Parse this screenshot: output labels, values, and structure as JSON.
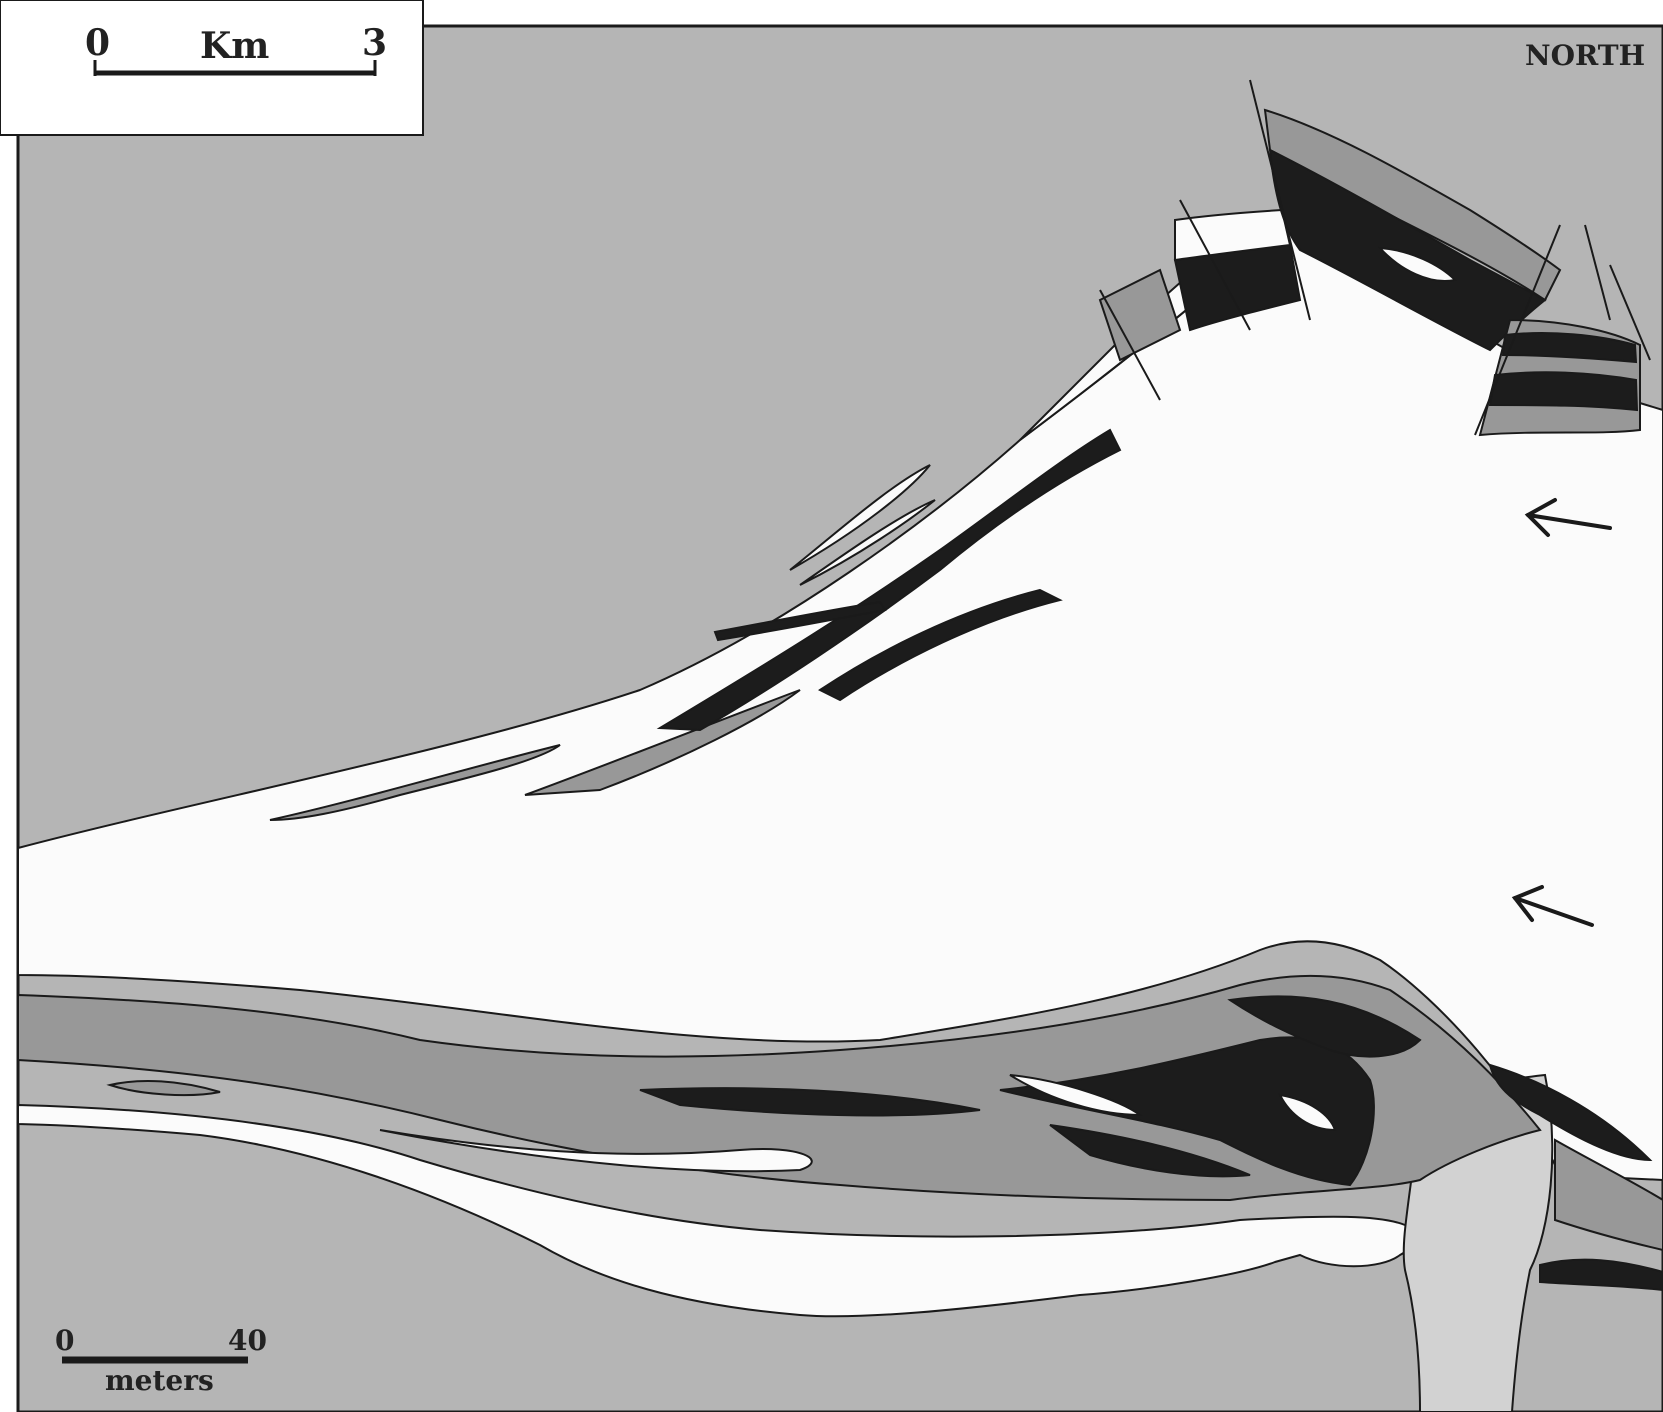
{
  "scale_bar_top": {
    "start": "0",
    "unit": "Km",
    "end": "3"
  },
  "scale_bar_bottom": {
    "start": "0",
    "end": "40",
    "unit": "meters"
  },
  "orientation_label": "NORTH",
  "colors": {
    "background_unit": "#b5b5b5",
    "light_unit": "#fbfbfb",
    "medium_unit": "#989898",
    "dark_unit": "#1c1c1c",
    "pale_unit": "#d2d2d2",
    "outline": "#1a1a1a"
  }
}
